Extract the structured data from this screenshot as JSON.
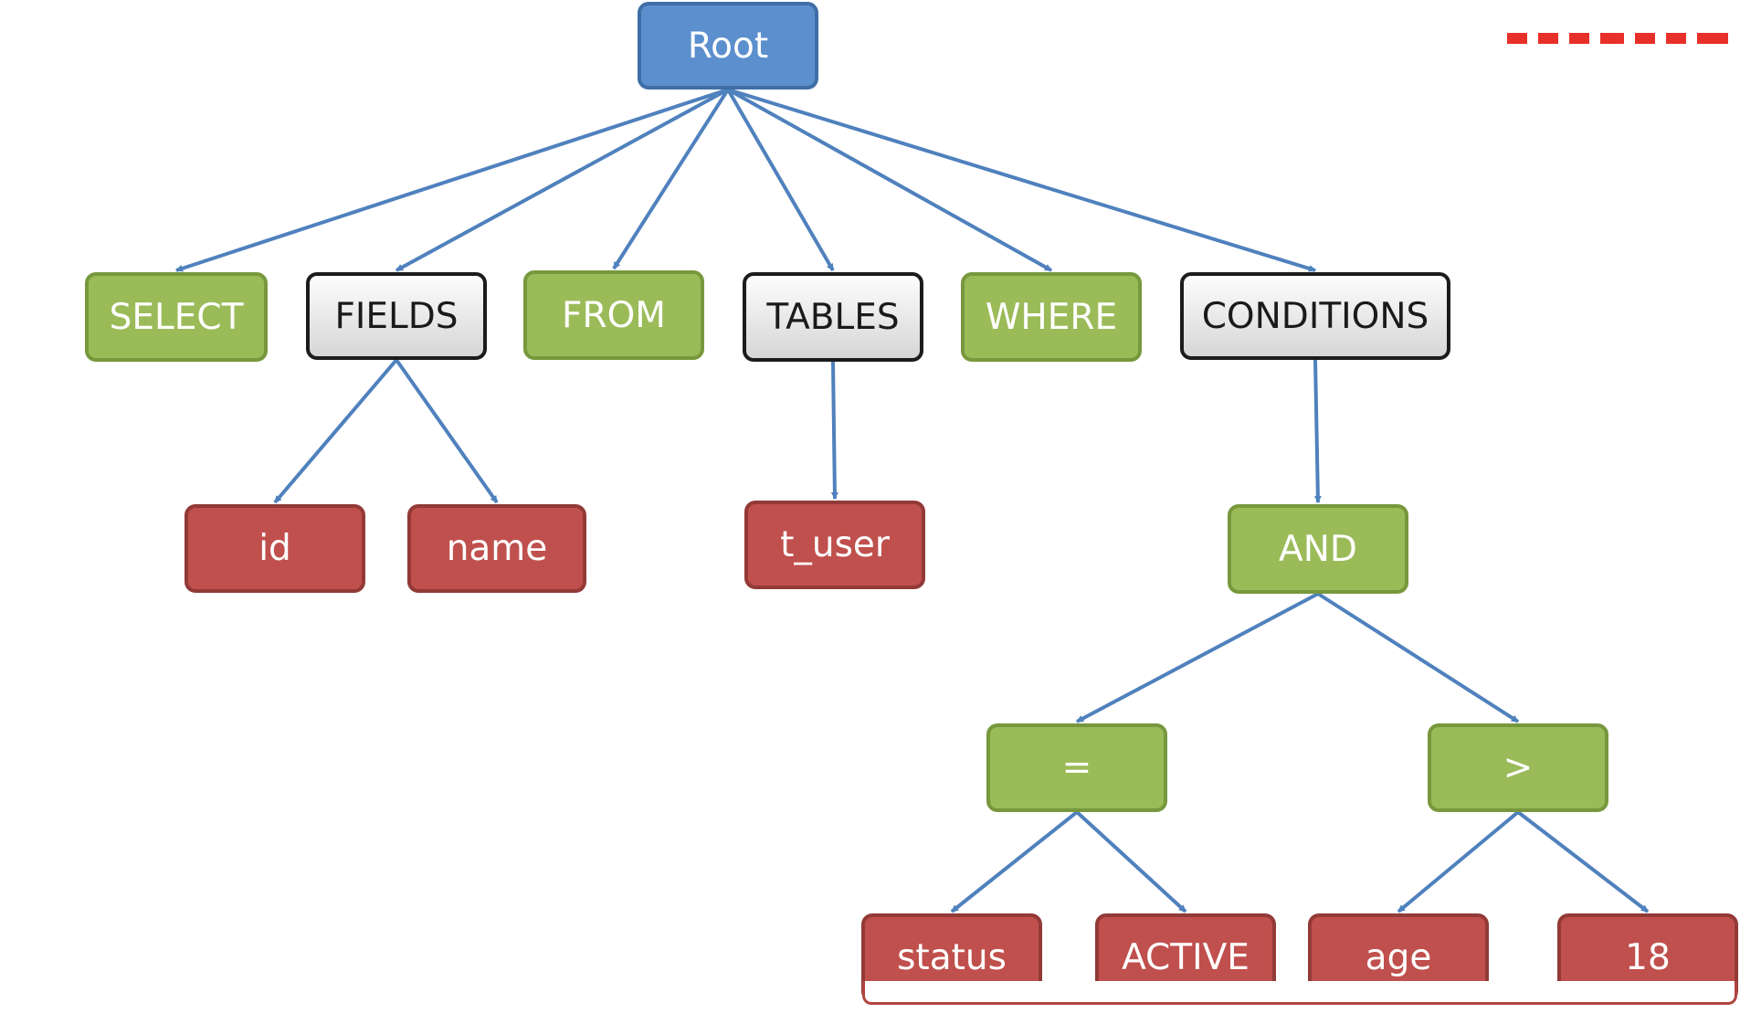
{
  "diagram": {
    "type": "tree",
    "nodes": {
      "root": {
        "label": "Root",
        "style": "blue"
      },
      "select": {
        "label": "SELECT",
        "style": "green"
      },
      "fields": {
        "label": "FIELDS",
        "style": "gray"
      },
      "from": {
        "label": "FROM",
        "style": "green"
      },
      "tables": {
        "label": "TABLES",
        "style": "gray"
      },
      "where": {
        "label": "WHERE",
        "style": "green"
      },
      "conditions": {
        "label": "CONDITIONS",
        "style": "gray"
      },
      "id": {
        "label": "id",
        "style": "red"
      },
      "name": {
        "label": "name",
        "style": "red"
      },
      "t_user": {
        "label": "t_user",
        "style": "red"
      },
      "and": {
        "label": "AND",
        "style": "green"
      },
      "eq": {
        "label": "=",
        "style": "green"
      },
      "gt": {
        "label": ">",
        "style": "green"
      },
      "status": {
        "label": "status",
        "style": "red"
      },
      "active": {
        "label": "ACTIVE",
        "style": "red"
      },
      "age": {
        "label": "age",
        "style": "red"
      },
      "eighteen": {
        "label": "18",
        "style": "red"
      }
    },
    "edges": [
      [
        "root",
        "select"
      ],
      [
        "root",
        "fields"
      ],
      [
        "root",
        "from"
      ],
      [
        "root",
        "tables"
      ],
      [
        "root",
        "where"
      ],
      [
        "root",
        "conditions"
      ],
      [
        "fields",
        "id"
      ],
      [
        "fields",
        "name"
      ],
      [
        "tables",
        "t_user"
      ],
      [
        "conditions",
        "and"
      ],
      [
        "and",
        "eq"
      ],
      [
        "and",
        "gt"
      ],
      [
        "eq",
        "status"
      ],
      [
        "eq",
        "active"
      ],
      [
        "gt",
        "age"
      ],
      [
        "gt",
        "eighteen"
      ]
    ],
    "colors": {
      "edge": "#4f81bd",
      "blue": "#5b8fcd",
      "green": "#9bbb59",
      "gray": "#e0e0e0",
      "red": "#c0504d"
    }
  }
}
